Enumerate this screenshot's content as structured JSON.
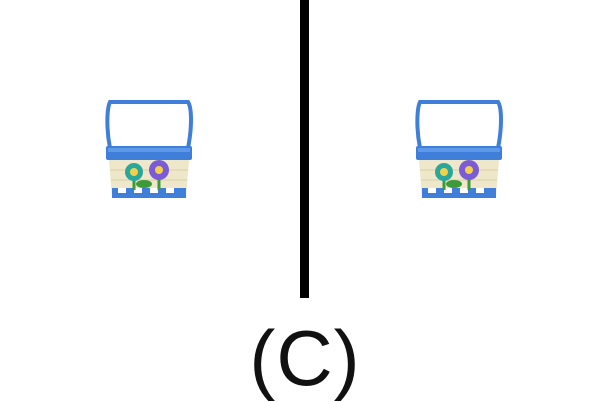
{
  "caption": "(C)",
  "colors": {
    "background": "#ffffff",
    "divider": "#000000",
    "basket_blue": "#3f7fd9",
    "basket_cream": "#efe7c9",
    "flower_purple": "#7b5bd6",
    "flower_teal": "#2aa79a",
    "leaf_green": "#3c9a3a"
  },
  "images": [
    {
      "name": "basket-left",
      "depicts": "easter-basket-icon"
    },
    {
      "name": "basket-right",
      "depicts": "easter-basket-icon"
    }
  ]
}
